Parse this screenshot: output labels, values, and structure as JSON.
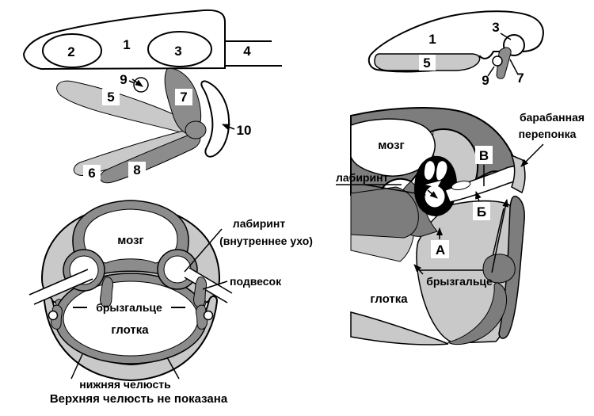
{
  "figure": {
    "description": "Evolution of the ear: shark and early tetrapod skulls (lateral views and cross-sections)",
    "colors": {
      "light_gray": "#c9c9c9",
      "dark_gray": "#8c8c8c",
      "skull_gray": "#7d7d7d",
      "white_color": "#ffffff",
      "ink": "#000000"
    },
    "shark_lateral": {
      "numbers": {
        "n1": "1",
        "n2": "2",
        "n3": "3",
        "n4": "4",
        "n5": "5",
        "n6": "6",
        "n7": "7",
        "n8": "8",
        "n9": "9",
        "n10": "10"
      }
    },
    "tetrapod_lateral": {
      "numbers": {
        "n1": "1",
        "n3": "3",
        "n5": "5",
        "n7": "7",
        "n9": "9"
      }
    },
    "shark_section": {
      "labels": {
        "brain": "мозг",
        "labyrinth_line1": "лабиринт",
        "labyrinth_line2": "(внутреннее ухо)",
        "suspensor": "подвесок",
        "spiracle": "брызгальце",
        "pharynx": "глотка",
        "lower_jaw": "нижняя челюсть",
        "upper_jaw_note": "Верхняя челюсть не показана"
      }
    },
    "tetrapod_section": {
      "labels": {
        "brain": "мозг",
        "labyrinth": "лабиринт",
        "tympanic_line1": "барабанная",
        "tympanic_line2": "перепонка",
        "marker_v": "В",
        "marker_b": "Б",
        "marker_a": "А",
        "spiracle": "брызгальце",
        "pharynx": "глотка"
      }
    }
  }
}
